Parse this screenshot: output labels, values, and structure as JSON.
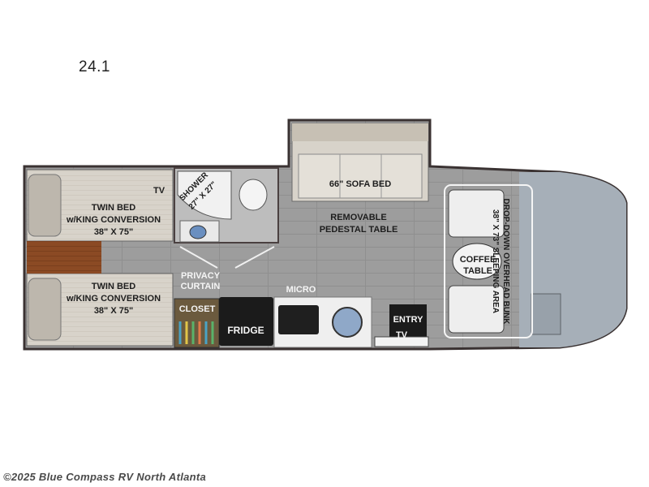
{
  "model": "24.1",
  "labels": {
    "tv_rear": "TV",
    "twin_bed_top": [
      "TWIN BED",
      "w/KING CONVERSION",
      "38\" X 75\""
    ],
    "twin_bed_bottom": [
      "TWIN BED",
      "w/KING CONVERSION",
      "38\" X 75\""
    ],
    "shower": [
      "SHOWER",
      "27\" X 27\""
    ],
    "sofa": "66\" SOFA BED",
    "table": [
      "REMOVABLE",
      "PEDESTAL TABLE"
    ],
    "bunk": [
      "DROP-DOWN OVERHEAD BUNK",
      "38\" X 73\" SLEEPING AREA"
    ],
    "coffee_table": [
      "COFFEE",
      "TABLE"
    ],
    "privacy": [
      "PRIVACY",
      "CURTAIN"
    ],
    "closet": "CLOSET",
    "micro": "MICRO",
    "fridge": "FRIDGE",
    "entry": "ENTRY",
    "tv_front": "TV"
  },
  "watermark": "©2025 Blue Compass RV North Atlanta",
  "colors": {
    "floor": "#9a9a9a",
    "floor_light": "#a9a9a9",
    "wall": "#3c3434",
    "bed": "#d7d2c8",
    "wood": "#8a4a22",
    "cab": "#a3acb5",
    "counter": "#eeeeee"
  }
}
